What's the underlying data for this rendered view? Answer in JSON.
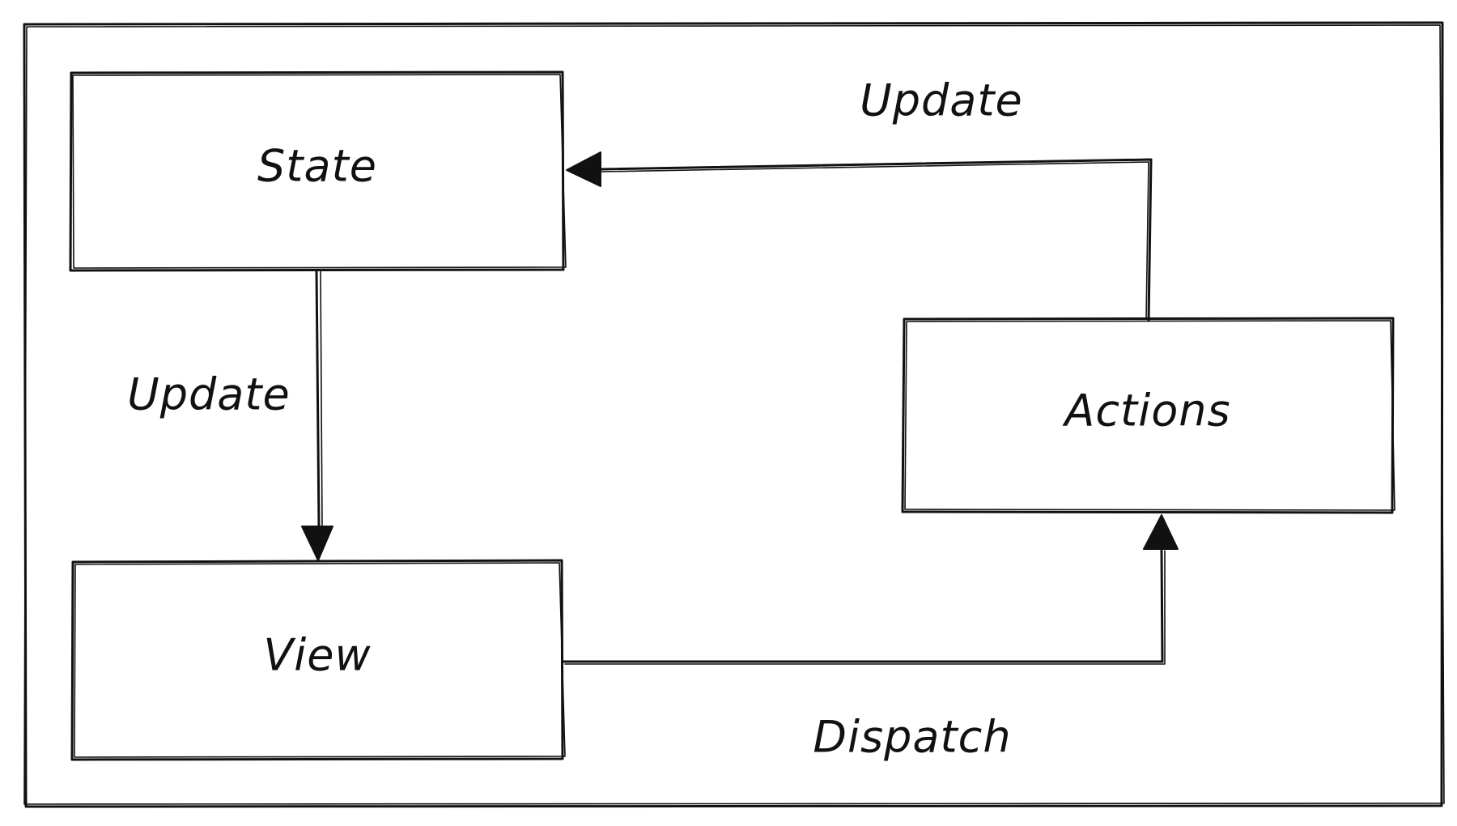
{
  "nodes": {
    "state": {
      "label": "State"
    },
    "view": {
      "label": "View"
    },
    "actions": {
      "label": "Actions"
    }
  },
  "edges": {
    "state_to_view": {
      "label": "Update"
    },
    "view_to_actions": {
      "label": "Dispatch"
    },
    "actions_to_state": {
      "label": "Update"
    }
  },
  "colors": {
    "stroke": "#111111",
    "background": "#ffffff"
  }
}
